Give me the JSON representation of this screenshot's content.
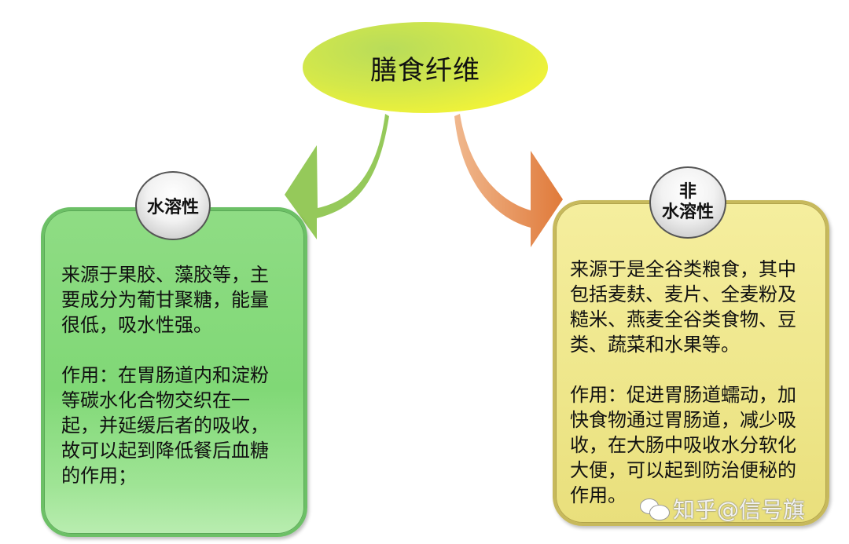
{
  "title": "膳食纤维",
  "colors": {
    "root_fill": "#e4ee44",
    "left_arrow": "#95c95a",
    "right_arrow": "#e08a4e",
    "left_card": "#86d97b",
    "left_card_border": "#6cc066",
    "right_card": "#f1e994",
    "right_card_border": "#c7b95c"
  },
  "left": {
    "badge": "水溶性",
    "text": "来源于果胶、藻胶等，主\n要成分为葡甘聚糖，能量\n很低，吸水性强。\n\n作用：在胃肠道内和淀粉\n等碳水化合物交织在一\n起，并延缓后者的吸收，\n故可以起到降低餐后血糖\n的作用；"
  },
  "right": {
    "badge": "非\n水溶性",
    "text": "来源于是全谷类粮食，其中\n包括麦麸、麦片、全麦粉及\n糙米、燕麦全谷类食物、豆\n类、蔬菜和水果等。\n\n作用：促进胃肠道蠕动，加\n快食物通过胃肠道，减少吸\n收，在大肠中吸收水分软化\n大便，可以起到防治便秘的\n作用。"
  },
  "watermark": {
    "icon": "wechat-icon",
    "text": "知乎@信号旗"
  }
}
